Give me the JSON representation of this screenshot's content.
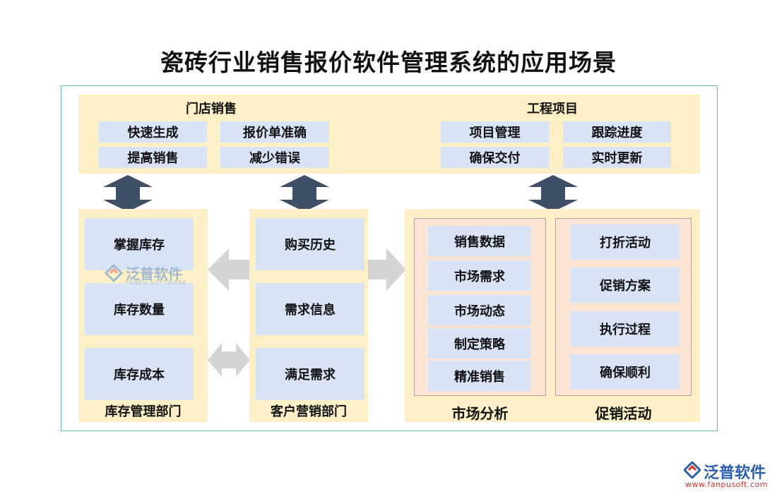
{
  "title": "瓷砖行业销售报价软件管理系统的应用场景",
  "top": {
    "store": {
      "heading": "门店销售",
      "items": [
        "快速生成",
        "报价单准确",
        "提高销售",
        "减少错误"
      ]
    },
    "project": {
      "heading": "工程项目",
      "items": [
        "项目管理",
        "跟踪进度",
        "确保交付",
        "实时更新"
      ]
    }
  },
  "inventory": {
    "items": [
      "掌握库存",
      "库存数量",
      "库存成本"
    ],
    "footer": "库存管理部门"
  },
  "customer": {
    "items": [
      "购买历史",
      "需求信息",
      "满足需求"
    ],
    "footer": "客户营销部门"
  },
  "market": {
    "items": [
      "销售数据",
      "市场需求",
      "市场动态",
      "制定策略",
      "精准销售"
    ],
    "footer": "市场分析"
  },
  "promo": {
    "items": [
      "打折活动",
      "促销方案",
      "执行过程",
      "确保顺利"
    ],
    "footer": "促销活动"
  },
  "watermark": {
    "name": "泛普软件",
    "sub": "FANPU SOFTWARE"
  },
  "logo": {
    "name": "泛普软件",
    "url": "www.fanpusoft.com"
  },
  "colors": {
    "band": "#fdf0c6",
    "box": "#d9e3f6",
    "pink": "#fbe4d3",
    "dark_arrow": "#3f4f66",
    "grey_arrow": "#d4d4d4",
    "frame": "#5fb7b0"
  }
}
